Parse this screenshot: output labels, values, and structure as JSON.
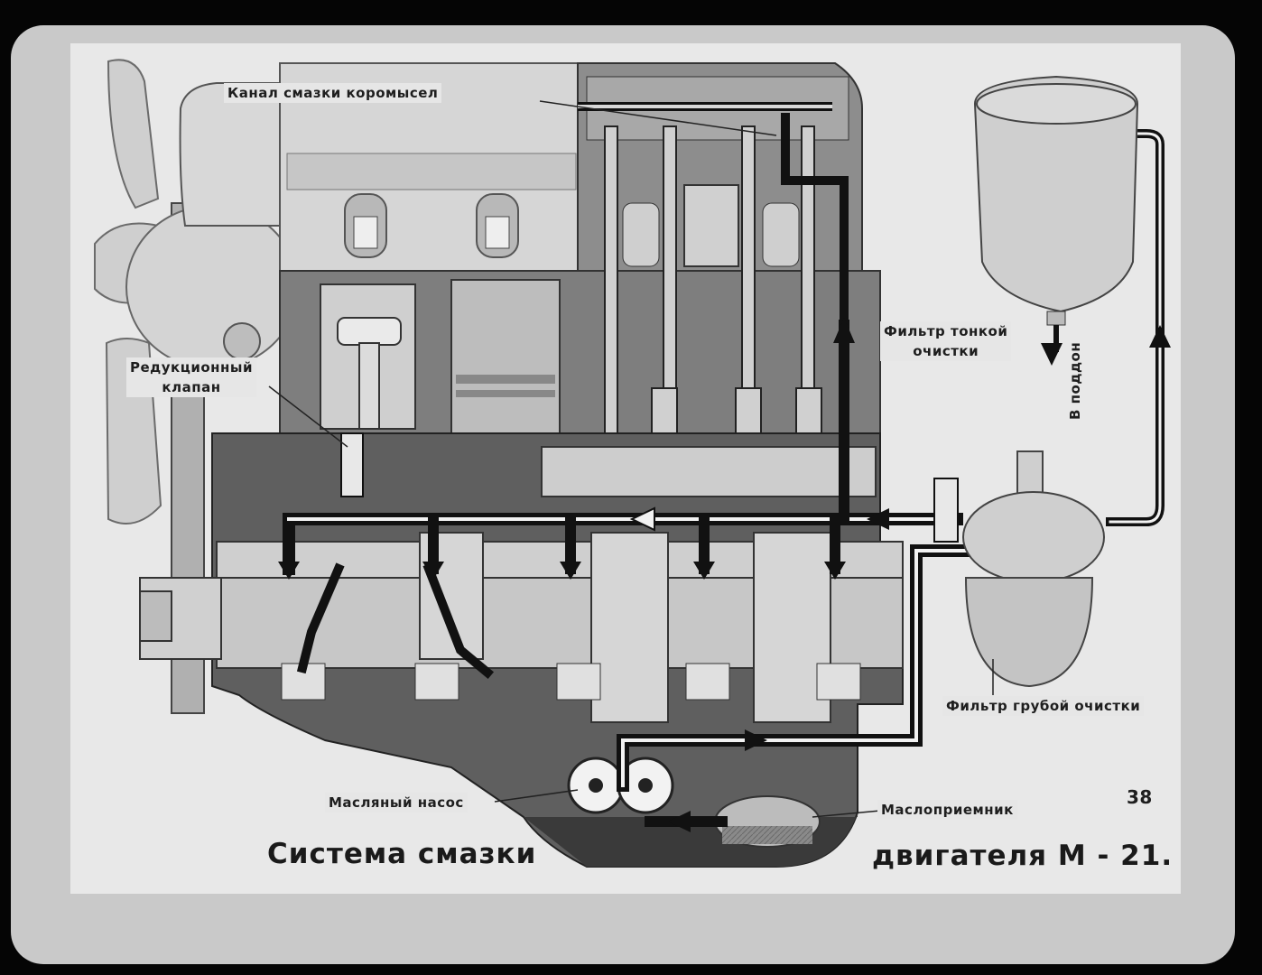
{
  "labels": {
    "rocker_channel": "Канал смазки коромысел",
    "reducing_valve_line1": "Редукционный",
    "reducing_valve_line2": "клапан",
    "fine_filter_line1": "Фильтр тонкой",
    "fine_filter_line2": "очистки",
    "to_sump": "В поддон",
    "coarse_filter": "Фильтр грубой очистки",
    "oil_pump": "Масляный насос",
    "oil_intake": "Маслоприемник"
  },
  "slide_number": "38",
  "title_left": "Система смазки",
  "title_right": "двигателя М - 21."
}
